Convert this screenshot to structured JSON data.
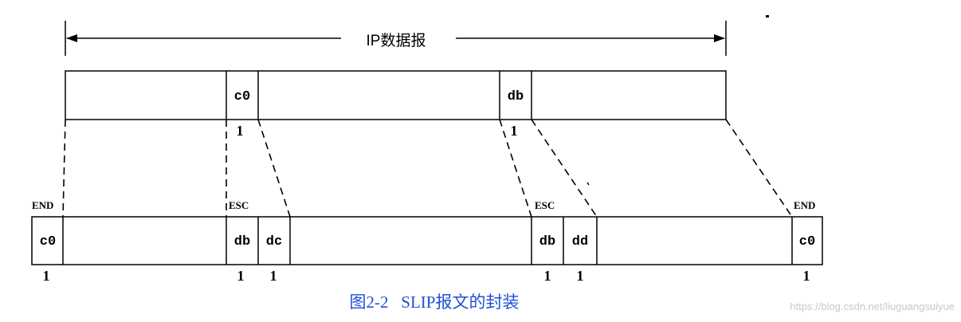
{
  "diagram": {
    "span_label": "IP数据报",
    "top_row": {
      "cells": [
        {
          "text": ""
        },
        {
          "text": "c0"
        },
        {
          "text": ""
        },
        {
          "text": "db"
        },
        {
          "text": ""
        }
      ],
      "size_labels": [
        "1",
        "1"
      ]
    },
    "bottom_row": {
      "cells": [
        {
          "text": "c0"
        },
        {
          "text": ""
        },
        {
          "text": "db"
        },
        {
          "text": "dc"
        },
        {
          "text": ""
        },
        {
          "text": "db"
        },
        {
          "text": "dd"
        },
        {
          "text": ""
        },
        {
          "text": "c0"
        }
      ],
      "markers": [
        "END",
        "ESC",
        "ESC",
        "END"
      ],
      "size_labels": [
        "1",
        "1",
        "1",
        "1",
        "1",
        "1"
      ]
    },
    "caption": "图2-2   SLIP报文的封装",
    "watermark": "https://blog.csdn.net/liuguangsuiyue"
  },
  "colors": {
    "line": "#000000",
    "caption": "#1f4fd6",
    "watermark": "#c8c8c8"
  }
}
